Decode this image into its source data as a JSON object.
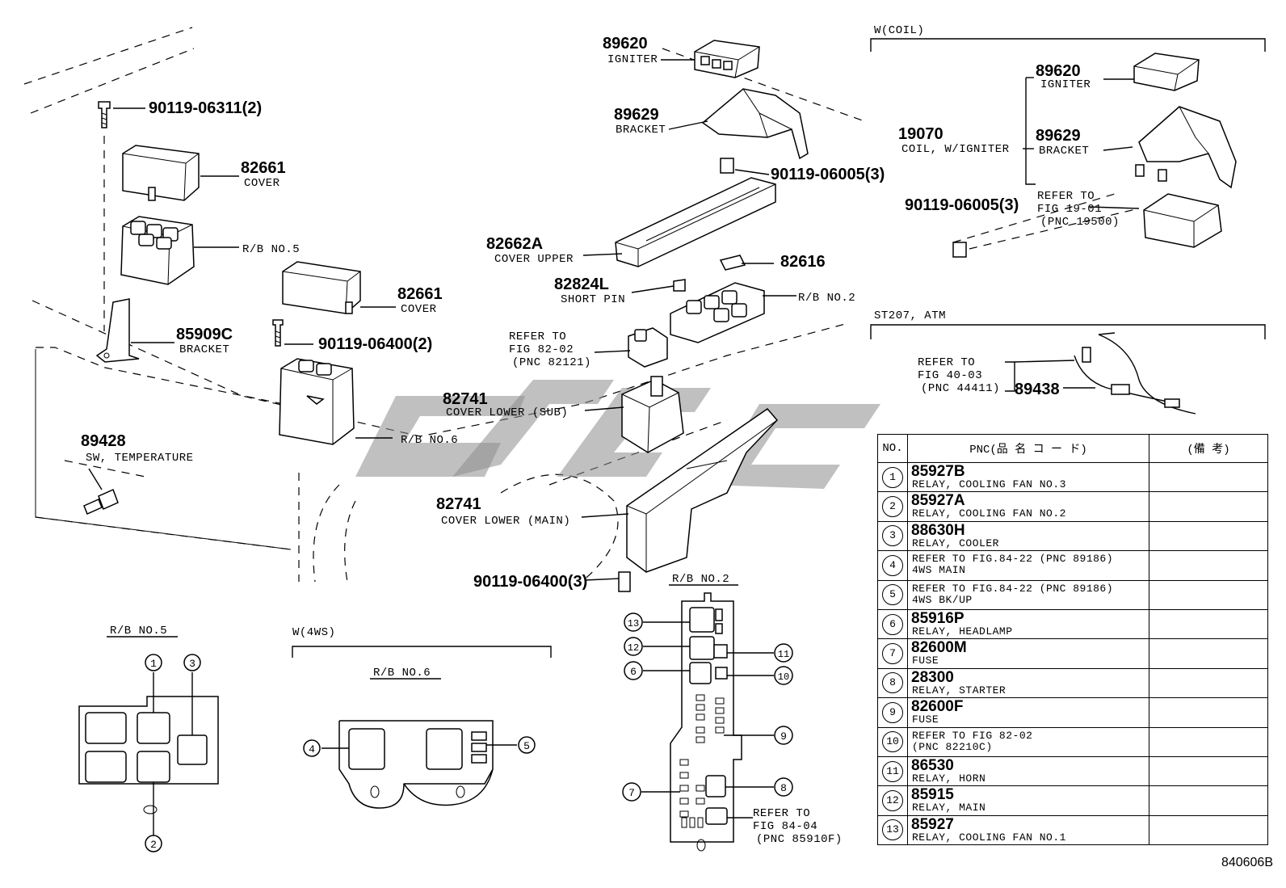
{
  "callouts": [
    {
      "id": "89620",
      "num": "89620",
      "desc": "IGNITER"
    },
    {
      "id": "89629",
      "num": "89629",
      "desc": "BRACKET"
    },
    {
      "id": "90119-06005",
      "num": "90119-06005(3)",
      "desc": ""
    },
    {
      "id": "82662A",
      "num": "82662A",
      "desc": "COVER UPPER"
    },
    {
      "id": "82616",
      "num": "82616",
      "desc": ""
    },
    {
      "id": "82824L",
      "num": "82824L",
      "desc": "SHORT PIN"
    },
    {
      "id": "rb2-top",
      "num": "",
      "desc": "R/B NO.2"
    },
    {
      "id": "refer-82-02",
      "num": "",
      "desc": "REFER TO|FIG 82-02|(PNC 82121)"
    },
    {
      "id": "82741-sub",
      "num": "82741",
      "desc": "COVER LOWER (SUB)"
    },
    {
      "id": "82741-main",
      "num": "82741",
      "desc": "COVER LOWER (MAIN)"
    },
    {
      "id": "90119-06400-3",
      "num": "90119-06400(3)",
      "desc": ""
    },
    {
      "id": "90119-06311",
      "num": "90119-06311(2)",
      "desc": ""
    },
    {
      "id": "82661-a",
      "num": "82661",
      "desc": "COVER"
    },
    {
      "id": "rb5-top",
      "num": "",
      "desc": "R/B NO.5"
    },
    {
      "id": "82661-b",
      "num": "82661",
      "desc": "COVER"
    },
    {
      "id": "85909C",
      "num": "85909C",
      "desc": "BRACKET"
    },
    {
      "id": "90119-06400-2",
      "num": "90119-06400(2)",
      "desc": ""
    },
    {
      "id": "rb6-top",
      "num": "",
      "desc": "R/B NO.6"
    },
    {
      "id": "89428",
      "num": "89428",
      "desc": "SW, TEMPERATURE"
    }
  ],
  "wcoil": {
    "title": "W(COIL)",
    "igniter_num": "89620",
    "igniter_desc": "IGNITER",
    "coil_num": "19070",
    "coil_desc": "COIL, W/IGNITER",
    "bracket_num": "89629",
    "bracket_desc": "BRACKET",
    "refer": [
      "REFER TO",
      "FIG 19-01",
      "(PNC 19500)"
    ],
    "bolt": "90119-06005(3)"
  },
  "st207": {
    "title": "ST207, ATM",
    "refer": [
      "REFER TO",
      "FIG 40-03",
      "(PNC 44411)"
    ],
    "num": "89438"
  },
  "views": {
    "rb5": "R/B NO.5",
    "w4ws": "W(4WS)",
    "rb6": "R/B NO.6",
    "rb2": "R/B NO.2",
    "rb2_refer": [
      "REFER TO",
      "FIG 84-04",
      "(PNC 85910F)"
    ]
  },
  "table": {
    "headers": {
      "no": "NO.",
      "pnc": "PNC(品 名 コ ー ド)",
      "remarks": "(備 考)"
    },
    "rows": [
      {
        "no": "1",
        "code": "85927B",
        "desc": "RELAY, COOLING FAN NO.3"
      },
      {
        "no": "2",
        "code": "85927A",
        "desc": "RELAY, COOLING FAN NO.2"
      },
      {
        "no": "3",
        "code": "88630H",
        "desc": "RELAY, COOLER"
      },
      {
        "no": "4",
        "code": "",
        "desc": "REFER TO FIG.84-22 (PNC 89186)",
        "desc2": "4WS MAIN"
      },
      {
        "no": "5",
        "code": "",
        "desc": "REFER TO FIG.84-22 (PNC 89186)",
        "desc2": "4WS BK/UP"
      },
      {
        "no": "6",
        "code": "85916P",
        "desc": "RELAY, HEADLAMP"
      },
      {
        "no": "7",
        "code": "82600M",
        "desc": "FUSE"
      },
      {
        "no": "8",
        "code": "28300",
        "desc": "RELAY, STARTER"
      },
      {
        "no": "9",
        "code": "82600F",
        "desc": "FUSE"
      },
      {
        "no": "10",
        "code": "",
        "desc": "REFER TO FIG 82-02",
        "desc2": "(PNC 82210C)"
      },
      {
        "no": "11",
        "code": "86530",
        "desc": "RELAY, HORN"
      },
      {
        "no": "12",
        "code": "85915",
        "desc": "RELAY, MAIN"
      },
      {
        "no": "13",
        "code": "85927",
        "desc": "RELAY, COOLING FAN NO.1"
      }
    ]
  },
  "diagram_code": "840606B",
  "colors": {
    "line": "#000000",
    "watermark": "#8c8c8c",
    "background": "#ffffff"
  }
}
